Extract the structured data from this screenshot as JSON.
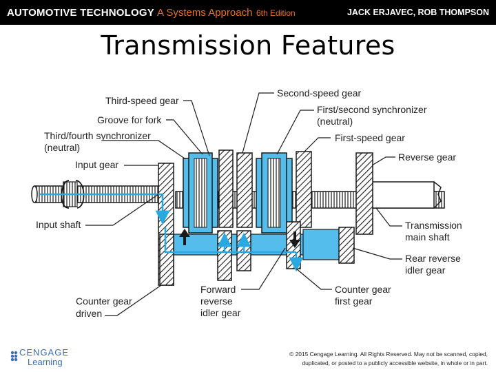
{
  "header": {
    "title": "AUTOMOTIVE TECHNOLOGY",
    "subtitle": "A Systems Approach",
    "edition": "6th Edition",
    "authors": "JACK ERJAVEC, ROB THOMPSON"
  },
  "slide": {
    "title": "Transmission Features"
  },
  "diagram": {
    "labels": {
      "third_speed_gear": "Third-speed gear",
      "groove_for_fork": "Groove for fork",
      "third_fourth_sync_1": "Third/fourth synchronizer",
      "third_fourth_sync_2": "(neutral)",
      "input_gear": "Input gear",
      "input_shaft": "Input shaft",
      "counter_gear_driven_1": "Counter gear",
      "counter_gear_driven_2": "driven",
      "second_speed_gear": "Second-speed gear",
      "first_second_sync_1": "First/second synchronizer",
      "first_second_sync_2": "(neutral)",
      "first_speed_gear": "First-speed gear",
      "reverse_gear": "Reverse gear",
      "main_shaft_1": "Transmission",
      "main_shaft_2": "main shaft",
      "rear_reverse_1": "Rear reverse",
      "rear_reverse_2": "idler gear",
      "counter_first_1": "Counter gear",
      "counter_first_2": "first gear",
      "forward_reverse_1": "Forward",
      "forward_reverse_2": "reverse",
      "forward_reverse_3": "idler gear"
    },
    "colors": {
      "gear_fill": "#ffffff",
      "hatch": "#1a1a1a",
      "sync_fill": "#55bdec",
      "flow_arrow": "#2aa8e0"
    }
  },
  "footer": {
    "logo_top": "CENGAGE",
    "logo_bottom": "Learning",
    "copyright_1": "© 2015 Cengage Learning. All Rights Reserved. May not be scanned, copied,",
    "copyright_2": "duplicated, or posted to a publicly accessible website, in whole or in part."
  }
}
